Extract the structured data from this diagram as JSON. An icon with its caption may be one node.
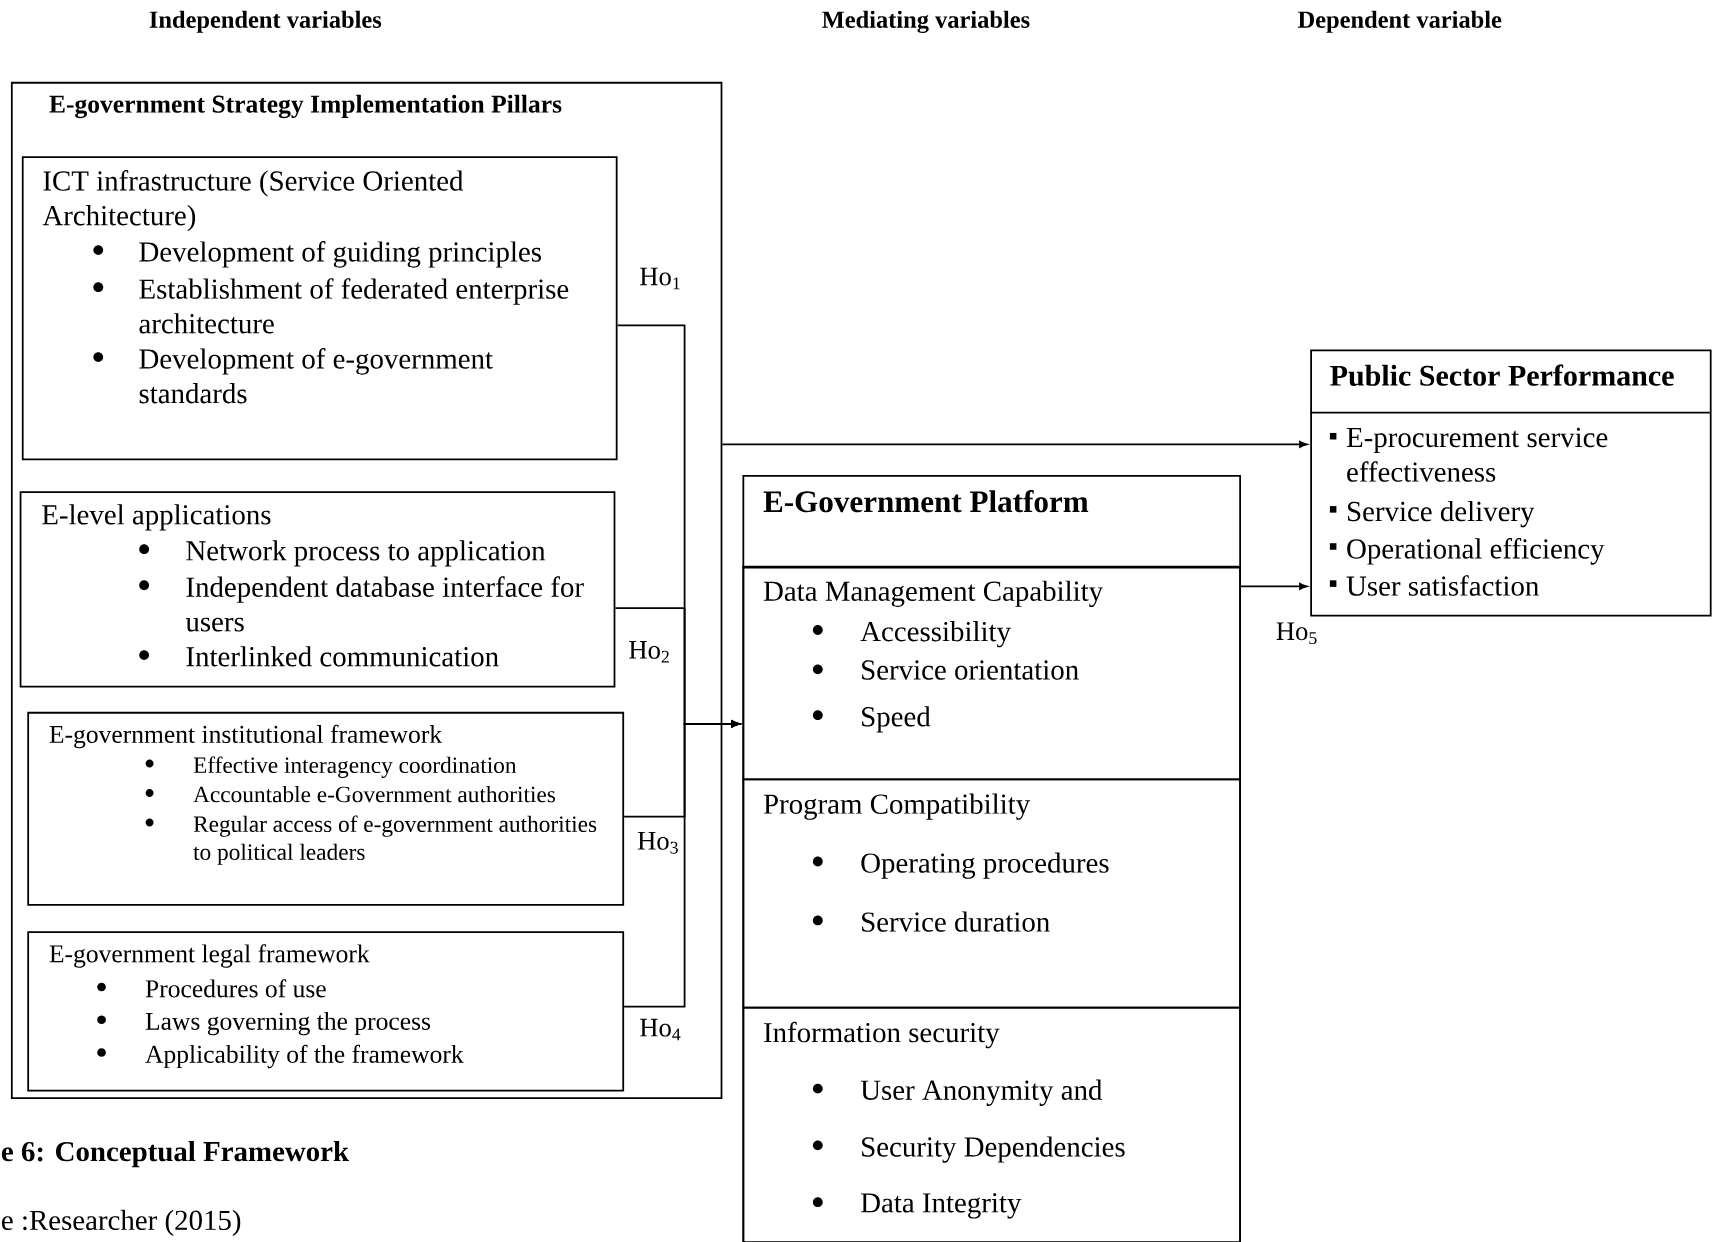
{
  "diagram": {
    "caption": "e 6: Conceptual Framework",
    "nodes": [
      {
        "text": [
          "E-government Strategy Implementation Pillars"
        ]
      },
      {
        "text": [
          "ICT infrastructure (Service Oriented Architecture)",
          "Development of guiding principles",
          "Establishment of federated enterprise architecture",
          "Development of e-government standards"
        ],
        "in": 0
      },
      {
        "text": [
          "E-level applications",
          "Network process to application",
          "Independent database interface for users",
          "Interlinked communication"
        ],
        "in": 0
      },
      {
        "text": [
          "E-government institutional framework",
          "Effective interagency coordination",
          "Accountable e-Government authorities",
          "Regular access of e-government authorities to political leaders"
        ],
        "in": 0
      },
      {
        "text": [
          "E-government legal framework",
          "Procedures of use",
          "Laws governing the process",
          "Applicability of the framework"
        ],
        "in": 0
      },
      {
        "text": [
          "E-Government Platform"
        ]
      },
      {
        "text": [
          "Data Management Capability",
          "Accessibility",
          "Service orientation",
          "Speed"
        ],
        "in": 5
      },
      {
        "text": [
          "Program Compatibility",
          "Operating procedures",
          "Service duration"
        ],
        "in": 5
      },
      {
        "text": [
          "Information security",
          "User Anonymity and",
          "Security Dependencies",
          "Data Integrity"
        ],
        "in": 5
      },
      {
        "text": [
          "Public Sector Performance",
          "E-procurement service effectiveness",
          "Service delivery",
          "Operational efficiency",
          "User satisfaction"
        ]
      }
    ],
    "edges": [
      {
        "from": 1,
        "to": 5,
        "arrow": "to",
        "label": "Ho$_{1}$"
      },
      {
        "from": 2,
        "to": 5,
        "arrow": "to",
        "label": "Ho$_{2}$"
      },
      {
        "from": 3,
        "to": 5,
        "arrow": "to",
        "label": "Ho$_{3}$"
      },
      {
        "from": 4,
        "to": 5,
        "arrow": "to",
        "label": "Ho$_{4}$"
      },
      {
        "from": 0,
        "to": 9,
        "arrow": "to"
      },
      {
        "from": 5,
        "to": 9,
        "arrow": "to",
        "label": "Ho$_{5}$"
      }
    ],
    "labels": [
      "Independent variables",
      "Mediating variables",
      "Dependent variable",
      "e :Researcher (2015)"
    ]
  }
}
